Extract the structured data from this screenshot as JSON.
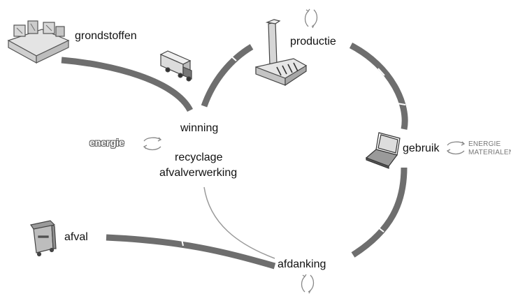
{
  "labels": {
    "grondstoffen": "grondstoffen",
    "productie": "productie",
    "gebruik": "gebruik",
    "afdanking": "afdanking",
    "afval": "afval",
    "winning": "winning",
    "recyclage": "recyclage",
    "afvalverwerking": "afvalverwerking",
    "energie": "energie",
    "side_energie": "ENERGIE",
    "side_materialen": "MATERIALEN"
  },
  "colors": {
    "path": "#6e6e6e",
    "thin_path": "#9a9a9a",
    "icon_stroke": "#555555",
    "arrow": "#888888"
  }
}
